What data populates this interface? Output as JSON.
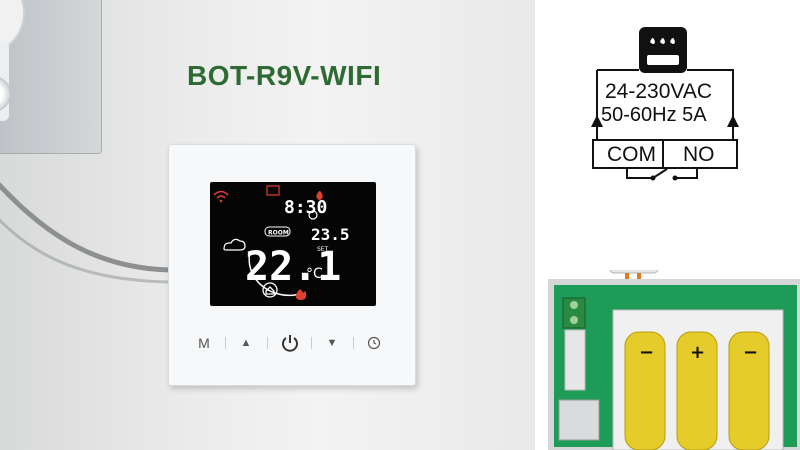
{
  "title": "BOT-R9V-WIFI",
  "screen": {
    "clock": "8:30",
    "room_label": "ROOM",
    "room_temp": "22.1",
    "temp_unit": "°C",
    "set_temp": "23.5",
    "set_label": "SET"
  },
  "buttons": {
    "mode": "M",
    "up": "▲",
    "down": "▼"
  },
  "wiring": {
    "voltage": "24-230VAC",
    "rating": "50-60Hz 5A",
    "terminal_com": "COM",
    "terminal_no": "NO"
  },
  "battery_polarity": [
    "−",
    "+",
    "−"
  ],
  "colors": {
    "title_green": "#2e6b33",
    "lcd_white": "#ffffff",
    "lcd_red": "#e0412c",
    "pcb_green": "#1f9b58",
    "battery_yellow": "#e6cc2a",
    "wire_orange": "#e07a1c"
  }
}
